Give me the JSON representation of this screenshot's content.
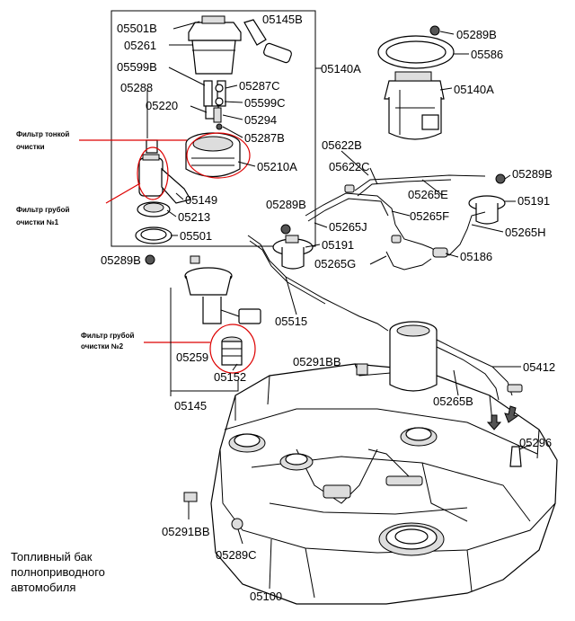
{
  "labels": {
    "p05501b": "05501B",
    "p05145b": "05145B",
    "p05261": "05261",
    "p05599b": "05599B",
    "p05287c": "05287C",
    "p05140a_1": "05140A",
    "p05288": "05288",
    "p05220": "05220",
    "p05599c": "05599C",
    "p05294": "05294",
    "p05287b": "05287B",
    "p05210a": "05210A",
    "p05149": "05149",
    "p05213": "05213",
    "p05501": "05501",
    "p05289b_1": "05289B",
    "p05289b_top": "05289B",
    "p05586": "05586",
    "p05140a_2": "05140A",
    "p05622b": "05622B",
    "p05622c": "05622C",
    "p05289b_r": "05289B",
    "p05265e": "05265E",
    "p05191_r": "05191",
    "p05289b_m": "05289B",
    "p05265j": "05265J",
    "p05265f": "05265F",
    "p05265h": "05265H",
    "p05191_m": "05191",
    "p05186": "05186",
    "p05265g": "05265G",
    "p05515": "05515",
    "p05259": "05259",
    "p05152": "05152",
    "p05145": "05145",
    "p05291bb_1": "05291BB",
    "p05412": "05412",
    "p05265b": "05265B",
    "p05296": "05296",
    "p05291bb_2": "05291BB",
    "p05289c": "05289C",
    "p05100": "05100"
  },
  "notes": {
    "fine_filter_1": "Фильтр тонкой",
    "fine_filter_2": "очистки",
    "coarse1_1": "Фильтр грубой",
    "coarse1_2": "очистки №1",
    "coarse2_1": "Фильтр грубой",
    "coarse2_2": "очистки №2"
  },
  "caption": {
    "line1": "Топливный бак",
    "line2": "полноприводного",
    "line3": "автомобиля"
  },
  "colors": {
    "highlight": "#dd0000",
    "ink": "#000000"
  }
}
